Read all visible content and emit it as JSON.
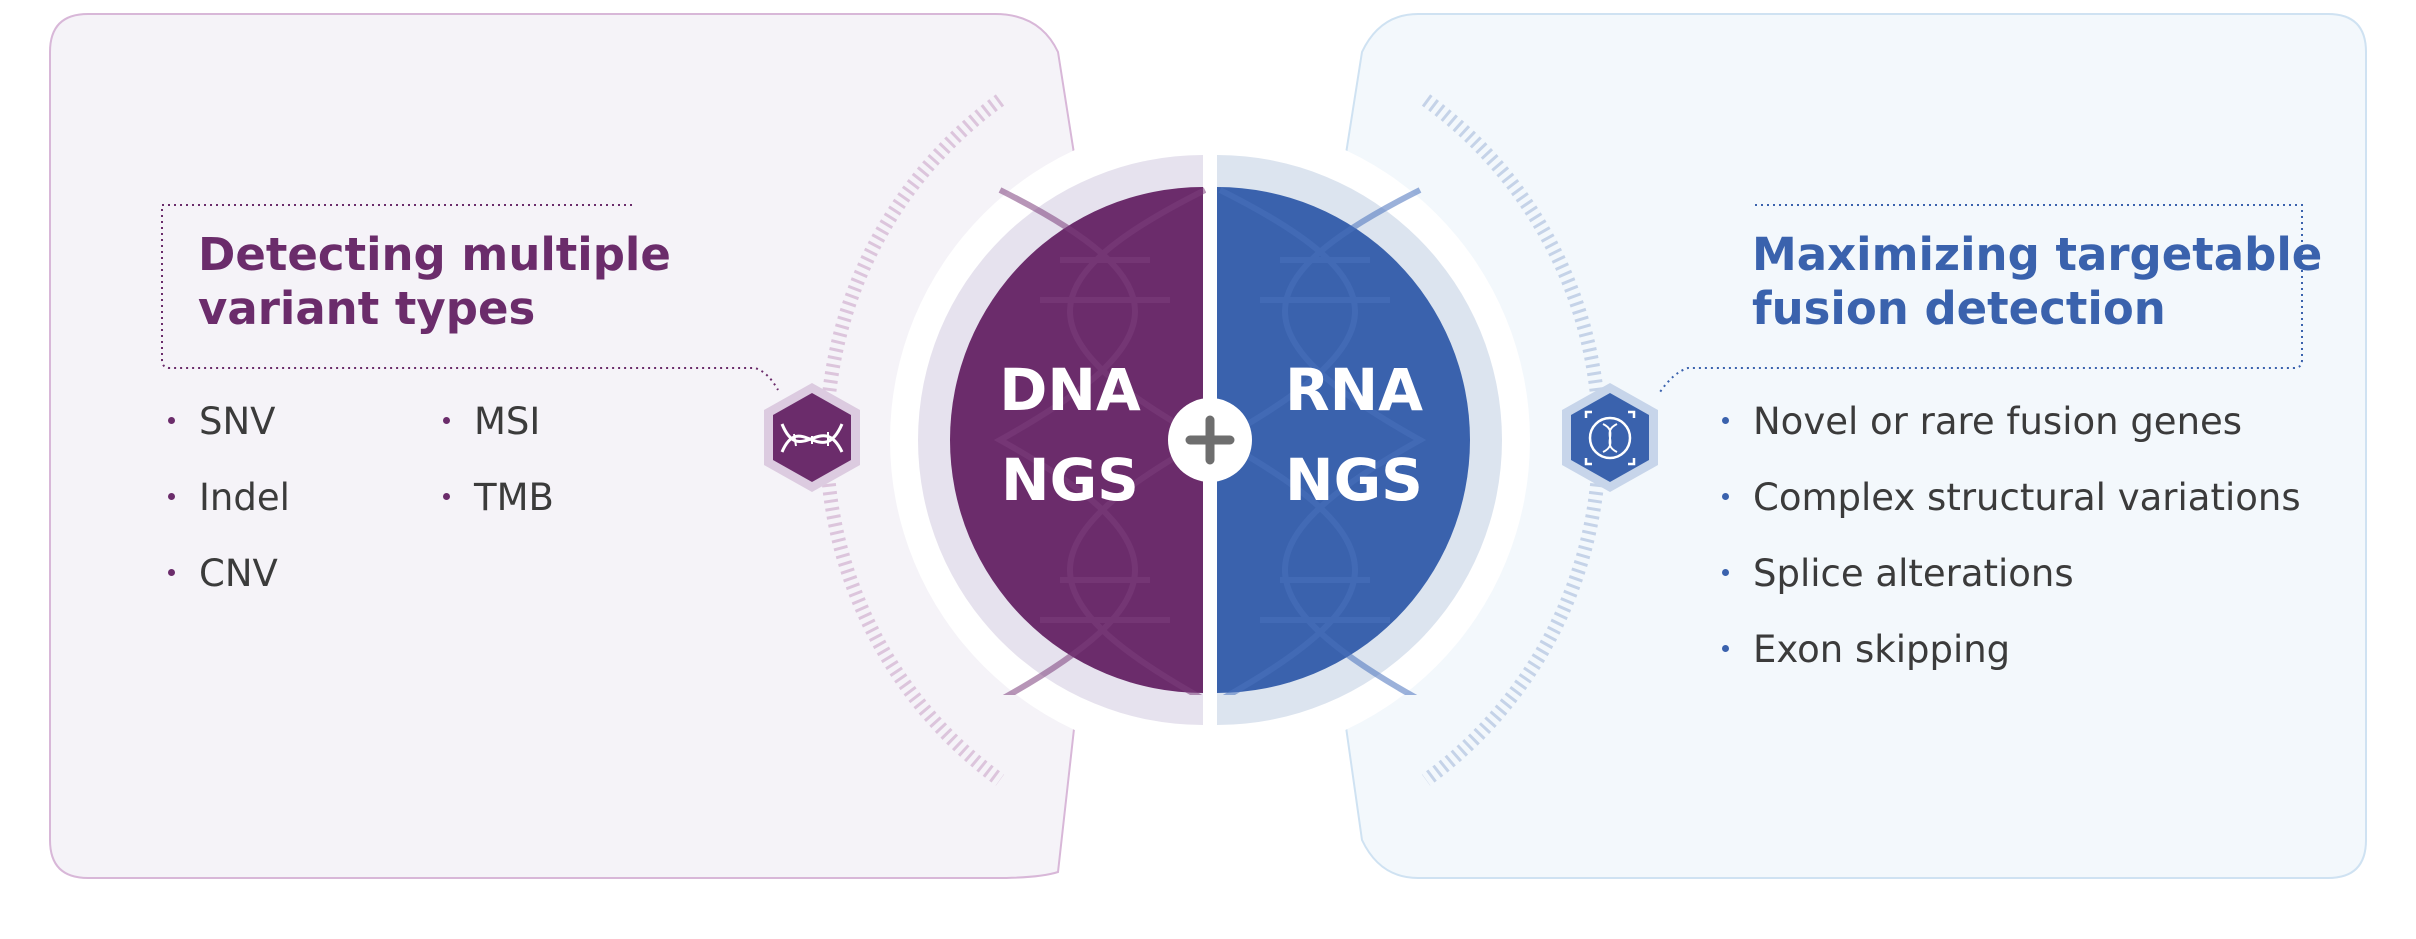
{
  "colors": {
    "dna": "#6b2c6b",
    "rna": "#3a62ad",
    "dna_panel_bg": "#f5f3f8",
    "rna_panel_bg": "#f3f8fc",
    "text": "#3b3b3b"
  },
  "dna_panel": {
    "title_line1": "Detecting multiple",
    "title_line2": "variant types",
    "icon": "dna-helix-icon",
    "items": [
      "SNV",
      "Indel",
      "CNV",
      "MSI",
      "TMB"
    ]
  },
  "rna_panel": {
    "title_line1": "Maximizing targetable",
    "title_line2": "fusion detection",
    "icon": "dna-scan-icon",
    "items": [
      "Novel or rare fusion genes",
      "Complex structural variations",
      "Splice alterations",
      "Exon skipping"
    ]
  },
  "center": {
    "dna_line1": "DNA",
    "dna_line2": "NGS",
    "rna_line1": "RNA",
    "rna_line2": "NGS",
    "connector": "+"
  }
}
